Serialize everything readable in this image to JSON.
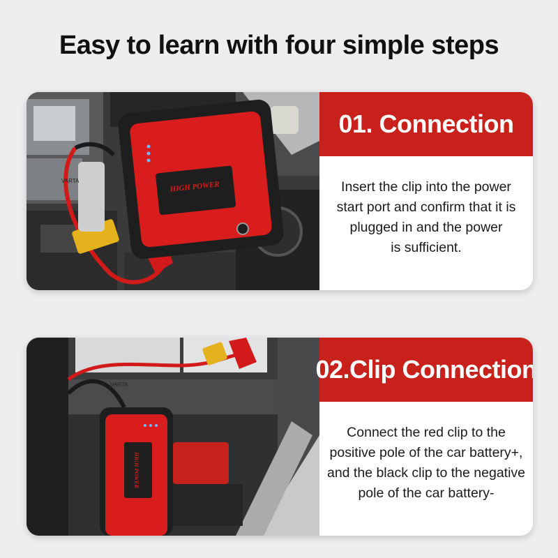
{
  "title": "Easy to learn with four simple steps",
  "steps": [
    {
      "heading": "01. Connection",
      "lines": [
        "Insert the clip into the power",
        "start port and confirm that it is",
        "plugged in and the power",
        "is sufficient."
      ],
      "device_brand": "HIGH POWER",
      "battery_label": "VARTA"
    },
    {
      "heading": "02.Clip Connection",
      "lines": [
        "Connect the red clip to the",
        "positive pole of the car battery+,",
        "and the black clip to the negative",
        "pole of the car battery-"
      ],
      "device_brand": "HIGH POWER",
      "battery_label": "VARTA"
    }
  ],
  "colors": {
    "accent": "#c8201b",
    "background": "#eeeef0",
    "device_red": "#d91c1c",
    "device_black": "#1e1e1e"
  }
}
